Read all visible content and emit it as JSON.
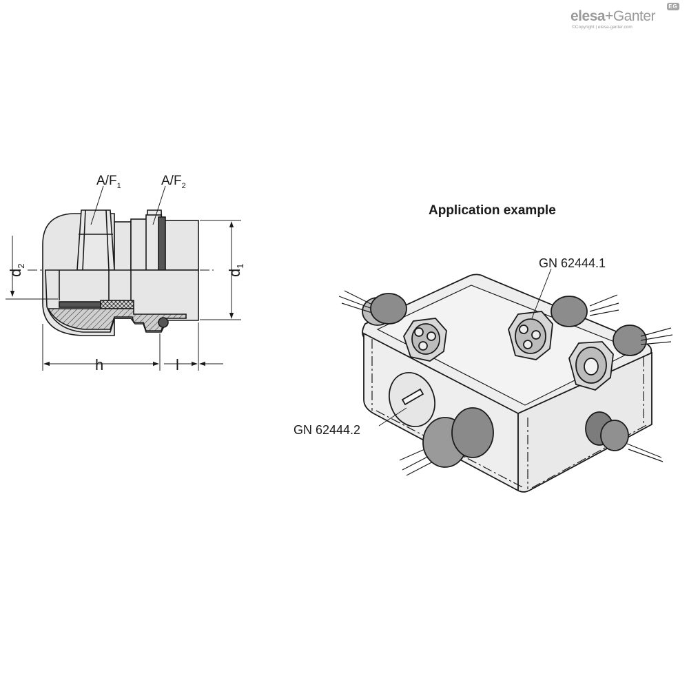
{
  "brand": {
    "name_a": "elesa",
    "name_b": "+Ganter",
    "badge": "EG",
    "copyright": "©Copyright | elesa-ganter.com",
    "color": "#9a9a9a"
  },
  "section_drawing": {
    "labels": {
      "af1_main": "A/F",
      "af1_sub": "1",
      "af2_main": "A/F",
      "af2_sub": "2",
      "d1_main": "d",
      "d1_sub": "1",
      "d2_main": "d",
      "d2_sub": "2",
      "h": "h",
      "l": "l"
    }
  },
  "application": {
    "title": "Application example",
    "callout_1": "GN 62444.1",
    "callout_2": "GN 62444.2"
  },
  "colors": {
    "line": "#1a1a1a",
    "body_fill": "#e6e6e6",
    "dark_fill": "#555555",
    "box_fill": "#eeeeee"
  }
}
